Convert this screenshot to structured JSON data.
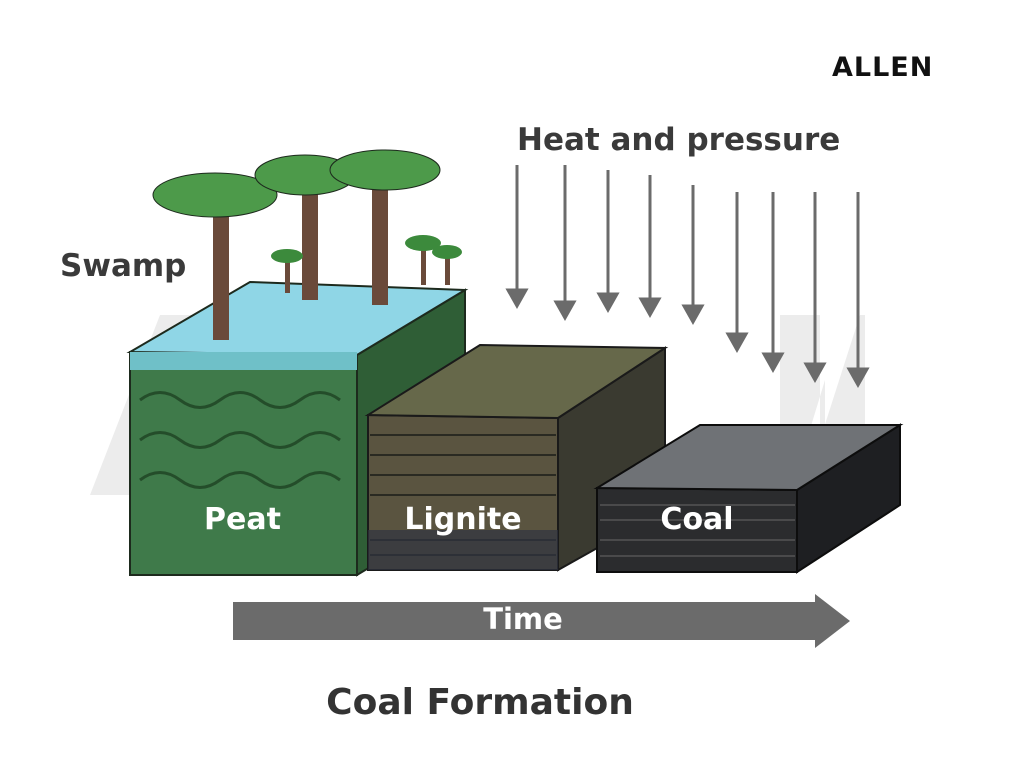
{
  "logo": "ALLEN",
  "watermark": "ALLEN",
  "labels": {
    "heat_pressure": "Heat and pressure",
    "swamp": "Swamp",
    "peat": "Peat",
    "lignite": "Lignite",
    "coal": "Coal",
    "time": "Time"
  },
  "title": "Coal Formation",
  "colors": {
    "arrow": "#6b6b6b",
    "peat": "#3f7a4a",
    "water": "#7fd0e6",
    "lignite": "#5a5440",
    "coal": "#2b2c2e"
  }
}
